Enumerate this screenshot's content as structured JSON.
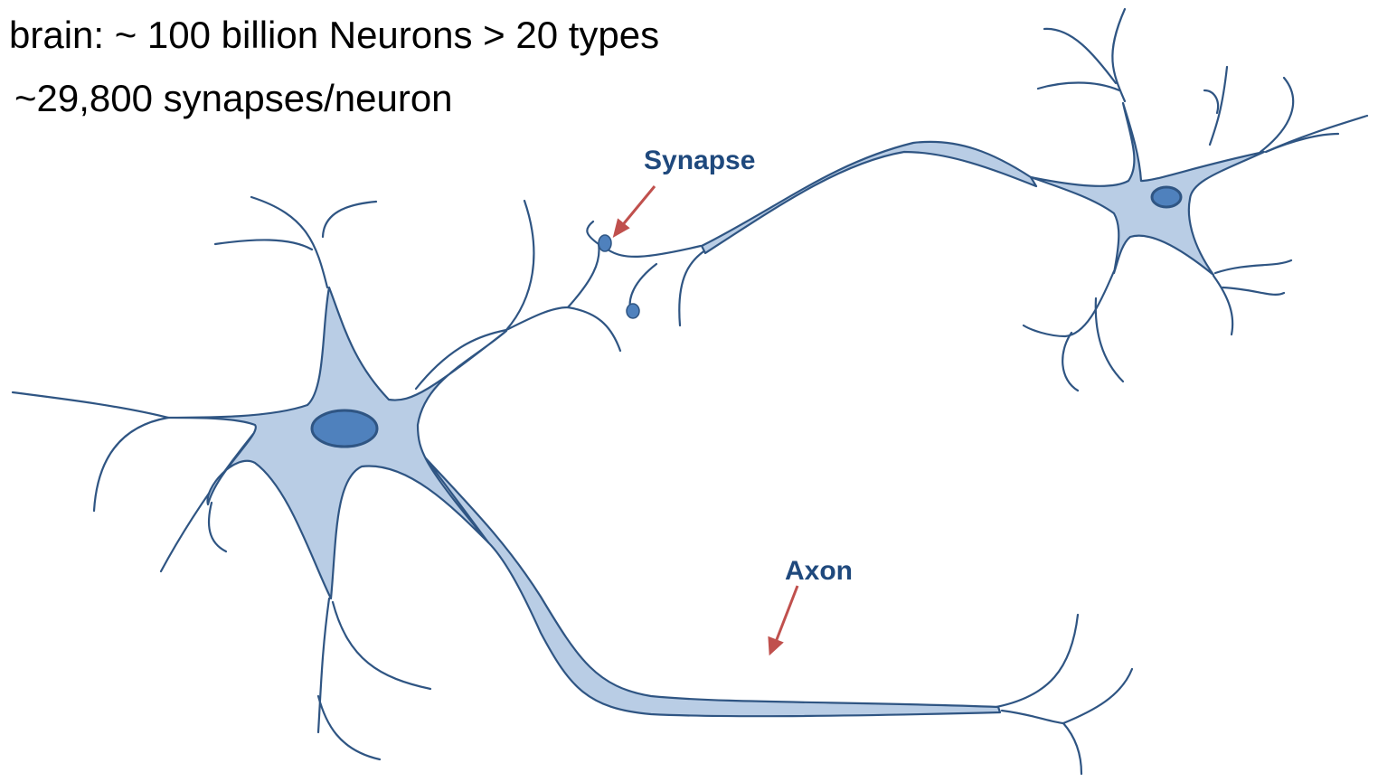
{
  "header": {
    "line1": "brain:  ~ 100 billion Neurons > 20 types",
    "line2": "~29,800 synapses/neuron"
  },
  "labels": {
    "synapse": "Synapse",
    "axon": "Axon"
  },
  "colors": {
    "outline": "#2f5583",
    "fill": "#b9cde5",
    "nucleus": "#4f81bd",
    "arrow": "#c0504d",
    "label": "#1f497d"
  }
}
